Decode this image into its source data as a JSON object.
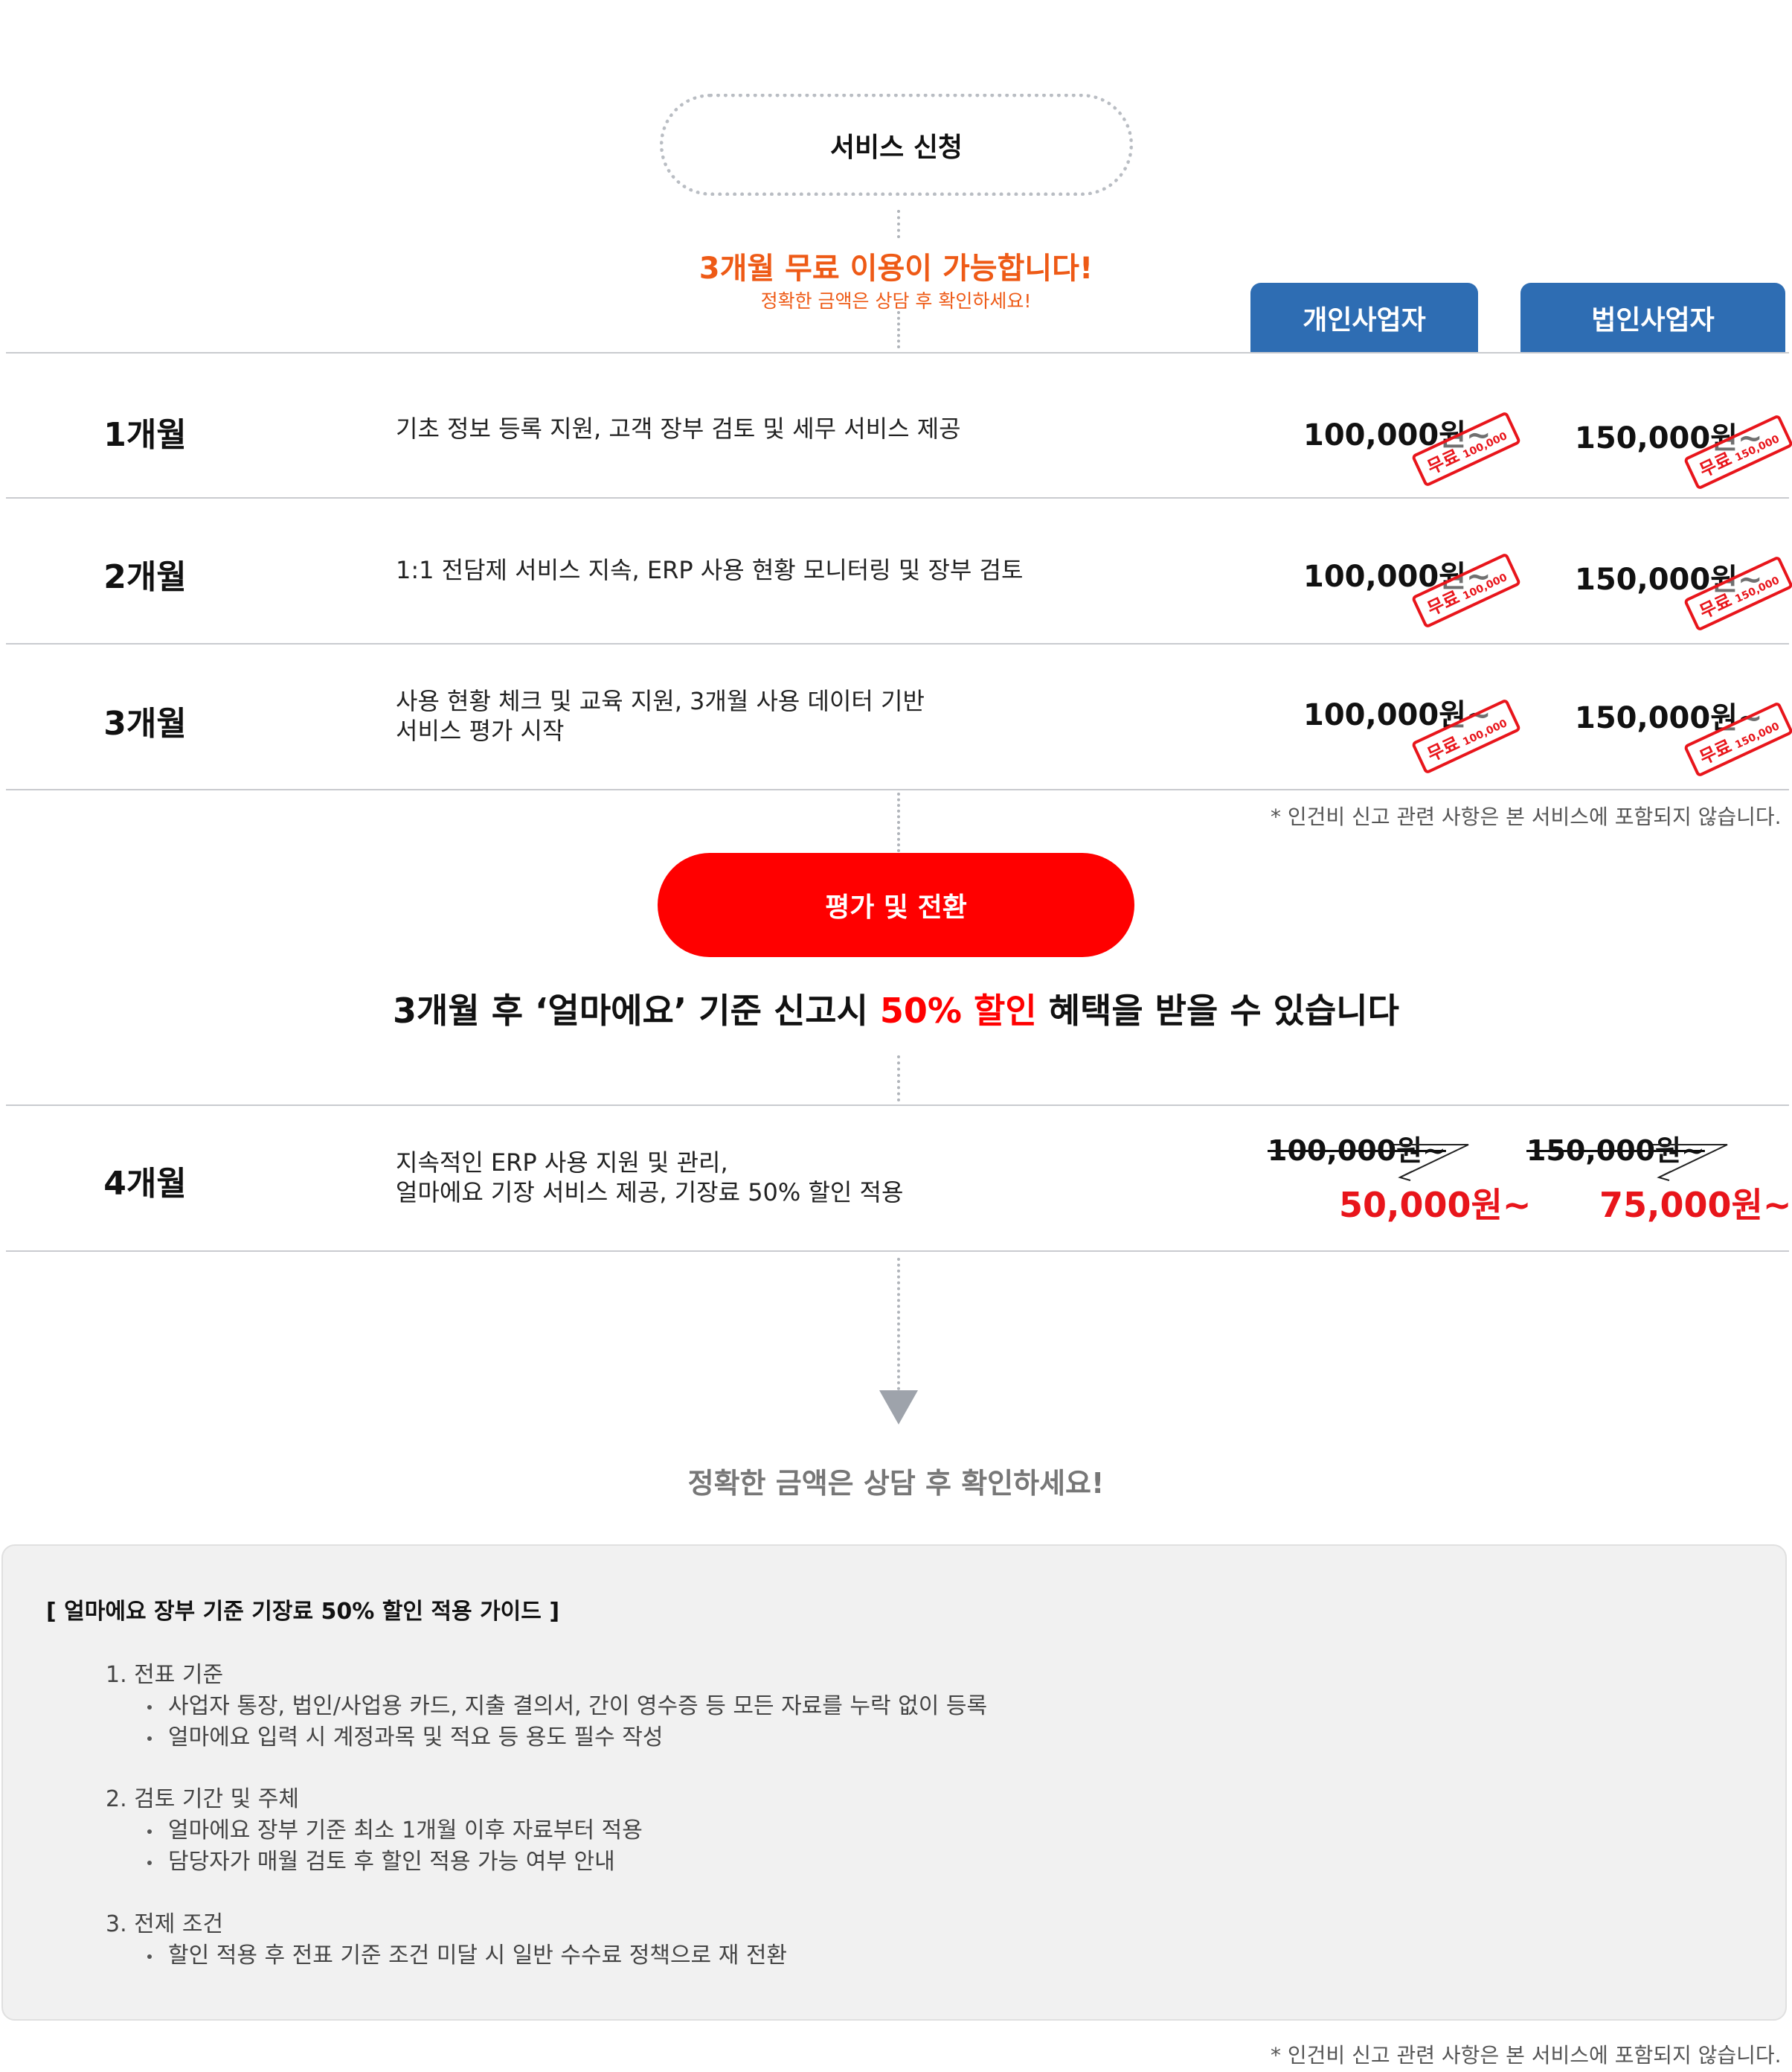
{
  "step1": {
    "label": "서비스 신청"
  },
  "promo": {
    "title": "3개월 무료 이용이 가능합니다!",
    "subtitle": "정확한 금액은 상담 후 확인하세요!"
  },
  "tabs": {
    "personal": "개인사업자",
    "corporate": "법인사업자"
  },
  "rows": [
    {
      "month": "1개월",
      "desc": [
        "기초 정보 등록 지원, 고객 장부 검토 및 세무 서비스 제공"
      ],
      "personal_price": "100,000원~",
      "corporate_price": "150,000원~",
      "stamp_label": "무료",
      "personal_stamp_num": "100,000",
      "corporate_stamp_num": "150,000"
    },
    {
      "month": "2개월",
      "desc": [
        "1:1 전담제 서비스 지속, ERP 사용 현황 모니터링 및 장부 검토"
      ],
      "personal_price": "100,000원~",
      "corporate_price": "150,000원~",
      "stamp_label": "무료",
      "personal_stamp_num": "100,000",
      "corporate_stamp_num": "150,000"
    },
    {
      "month": "3개월",
      "desc": [
        "사용 현황 체크 및 교육 지원, 3개월 사용 데이터 기반",
        "서비스 평가 시작"
      ],
      "personal_price": "100,000원~",
      "corporate_price": "150,000원~",
      "stamp_label": "무료",
      "personal_stamp_num": "100,000",
      "corporate_stamp_num": "150,000"
    }
  ],
  "footnote": "* 인건비 신고 관련 사항은 본 서비스에 포함되지 않습니다.",
  "cta": {
    "label": "평가 및 전환"
  },
  "headline": {
    "before": "3개월 후 ‘얼마에요’ 기준 신고시 ",
    "highlight": "50% 할인",
    "after": " 혜택을 받을 수 있습니다"
  },
  "row4": {
    "month": "4개월",
    "desc": [
      "지속적인 ERP 사용 지원 및 관리,",
      "얼마에요 기장 서비스 제공, 기장료 50% 할인 적용"
    ],
    "personal_old": "100,000원~",
    "personal_new": "50,000원~",
    "corporate_old": "150,000원~",
    "corporate_new": "75,000원~"
  },
  "closing": "정확한 금액은 상담 후 확인하세요!",
  "guide": {
    "title": "[ 얼마에요 장부 기준 기장료 50% 할인 적용 가이드 ]",
    "sections": [
      {
        "heading": "1. 전표 기준",
        "items": [
          "사업자 통장, 법인/사업용 카드, 지출 결의서, 간이 영수증 등 모든 자료를 누락 없이 등록",
          "얼마에요 입력 시 계정과목 및 적요 등 용도 필수 작성"
        ]
      },
      {
        "heading": "2. 검토 기간 및 주체",
        "items": [
          "얼마에요 장부 기준 최소 1개월 이후 자료부터 적용",
          "담당자가 매월 검토 후 할인 적용 가능 여부 안내"
        ]
      },
      {
        "heading": "3. 전제 조건",
        "items": [
          "할인 적용 후 전표 기준 조건 미달 시 일반 수수료 정책으로 재 전환"
        ]
      }
    ]
  },
  "colors": {
    "accent_orange": "#ee5a16",
    "tab_blue": "#2e6db3",
    "cta_red": "#ff0000",
    "stamp_red": "#e8151b"
  },
  "icons": {
    "flow_arrow": "down-arrow-icon"
  }
}
